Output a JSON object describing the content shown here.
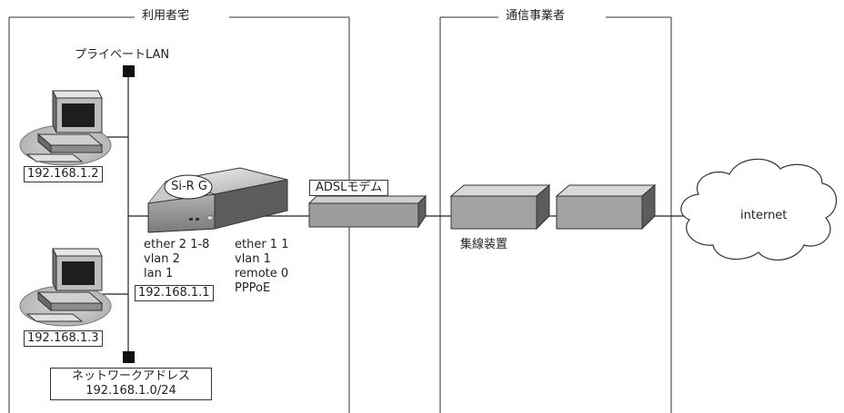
{
  "zones": {
    "customer_title": "利用者宅",
    "carrier_title": "通信事業者"
  },
  "lan": {
    "title": "プライベートLAN",
    "network_label": "ネットワークアドレス",
    "network_value": "192.168.1.0/24"
  },
  "pcs": [
    {
      "ip": "192.168.1.2"
    },
    {
      "ip": "192.168.1.3"
    }
  ],
  "router": {
    "name": "Si-R G",
    "lan_side": {
      "line1": "ether 2 1-8",
      "line2": "vlan 2",
      "line3": "lan 1",
      "ip": "192.168.1.1"
    },
    "wan_side": {
      "line1": "ether 1 1",
      "line2": "vlan 1",
      "line3": "remote 0",
      "line4": "PPPoE"
    }
  },
  "modem": {
    "label": "ADSLモデム"
  },
  "concentrator": {
    "label": "集線装置"
  },
  "cloud": {
    "label": "internet"
  },
  "colors": {
    "device_top": "#d9d9d9",
    "device_front": "#8c8c8c",
    "device_side": "#5a5a5a",
    "line": "#222222"
  }
}
